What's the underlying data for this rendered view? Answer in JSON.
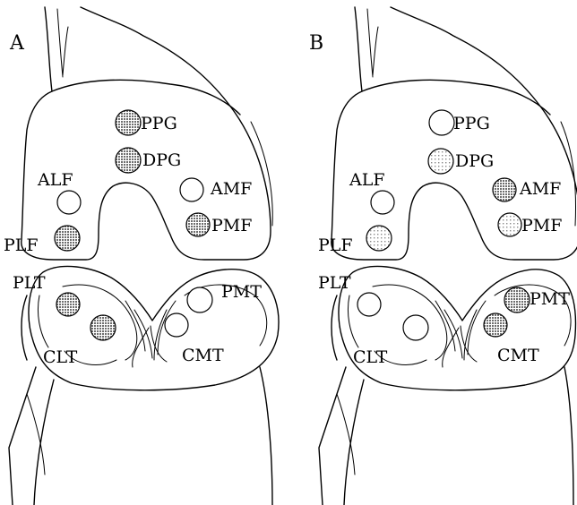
{
  "panels": [
    {
      "letter": "A",
      "spots": [
        {
          "label": "PPG",
          "fill": "dark"
        },
        {
          "label": "DPG",
          "fill": "dark"
        },
        {
          "label": "ALF",
          "fill": "none"
        },
        {
          "label": "AMF",
          "fill": "none"
        },
        {
          "label": "PLF",
          "fill": "dark"
        },
        {
          "label": "PMF",
          "fill": "dark"
        },
        {
          "label": "PLT",
          "fill": "dark"
        },
        {
          "label": "CLT",
          "fill": "dark"
        },
        {
          "label": "PMT",
          "fill": "none"
        },
        {
          "label": "CMT",
          "fill": "none"
        }
      ]
    },
    {
      "letter": "B",
      "spots": [
        {
          "label": "PPG",
          "fill": "none"
        },
        {
          "label": "DPG",
          "fill": "light"
        },
        {
          "label": "ALF",
          "fill": "none"
        },
        {
          "label": "AMF",
          "fill": "dark"
        },
        {
          "label": "PLF",
          "fill": "light"
        },
        {
          "label": "PMF",
          "fill": "light"
        },
        {
          "label": "PLT",
          "fill": "none"
        },
        {
          "label": "CLT",
          "fill": "none"
        },
        {
          "label": "PMT",
          "fill": "dark"
        },
        {
          "label": "CMT",
          "fill": "dark"
        }
      ]
    }
  ],
  "colors": {
    "dark": "#a8a8a8",
    "light": "#dcdcdc",
    "none": "#ffffff",
    "ink": "#000000"
  }
}
